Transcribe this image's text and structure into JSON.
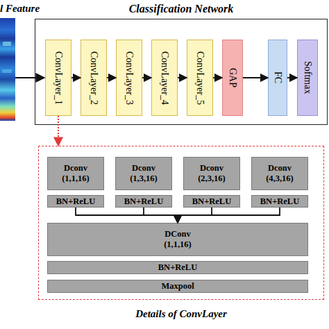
{
  "diagram": {
    "nodes": [
      {
        "text": [
          "Classification Network"
        ]
      },
      {
        "text": [
          "ConvLayer_1"
        ],
        "in": 0
      },
      {
        "text": [
          "ConvLayer_2"
        ],
        "in": 0
      },
      {
        "text": [
          "ConvLayer_3"
        ],
        "in": 0
      },
      {
        "text": [
          "ConvLayer_4"
        ],
        "in": 0
      },
      {
        "text": [
          "ConvLayer_5"
        ],
        "in": 0
      },
      {
        "text": [
          "GAP"
        ],
        "in": 0
      },
      {
        "text": [
          "FC"
        ],
        "in": 0
      },
      {
        "text": [
          "Softmax"
        ],
        "in": 0
      },
      {
        "text": [
          "Details of ConvLayer"
        ]
      },
      {
        "text": [
          "Dconv (1,1,16)"
        ],
        "in": 9
      },
      {
        "text": [
          "Dconv (1,3,16)"
        ],
        "in": 9
      },
      {
        "text": [
          "Dconv (2,3,16)"
        ],
        "in": 9
      },
      {
        "text": [
          "Dconv (4,3,16)"
        ],
        "in": 9
      },
      {
        "text": [
          "BN+ReLU"
        ],
        "in": 9
      },
      {
        "text": [
          "BN+ReLU"
        ],
        "in": 9
      },
      {
        "text": [
          "BN+ReLU"
        ],
        "in": 9
      },
      {
        "text": [
          "BN+ReLU"
        ],
        "in": 9
      },
      {
        "text": [
          "DConv (1,1,16)"
        ],
        "in": 9
      },
      {
        "text": [
          "BN+ReLU"
        ],
        "in": 9
      },
      {
        "text": [
          "Maxpool"
        ],
        "in": 9
      }
    ],
    "edges": [
      {
        "from": 1,
        "to": 2,
        "arrow": "to"
      },
      {
        "from": 2,
        "to": 3,
        "arrow": "to"
      },
      {
        "from": 3,
        "to": 4,
        "arrow": "to"
      },
      {
        "from": 4,
        "to": 5,
        "arrow": "to"
      },
      {
        "from": 5,
        "to": 6,
        "arrow": "to"
      },
      {
        "from": 6,
        "to": 7,
        "arrow": "to"
      },
      {
        "from": 7,
        "to": 8,
        "arrow": "to"
      },
      {
        "from": 1,
        "to": 9,
        "arrow": "to"
      },
      {
        "from": 14,
        "to": 18,
        "arrow": "to"
      },
      {
        "from": 15,
        "to": 18,
        "arrow": "to"
      },
      {
        "from": 16,
        "to": 18,
        "arrow": "to"
      },
      {
        "from": 17,
        "to": 18,
        "arrow": "to"
      }
    ],
    "labels": [
      "l Feature"
    ]
  }
}
